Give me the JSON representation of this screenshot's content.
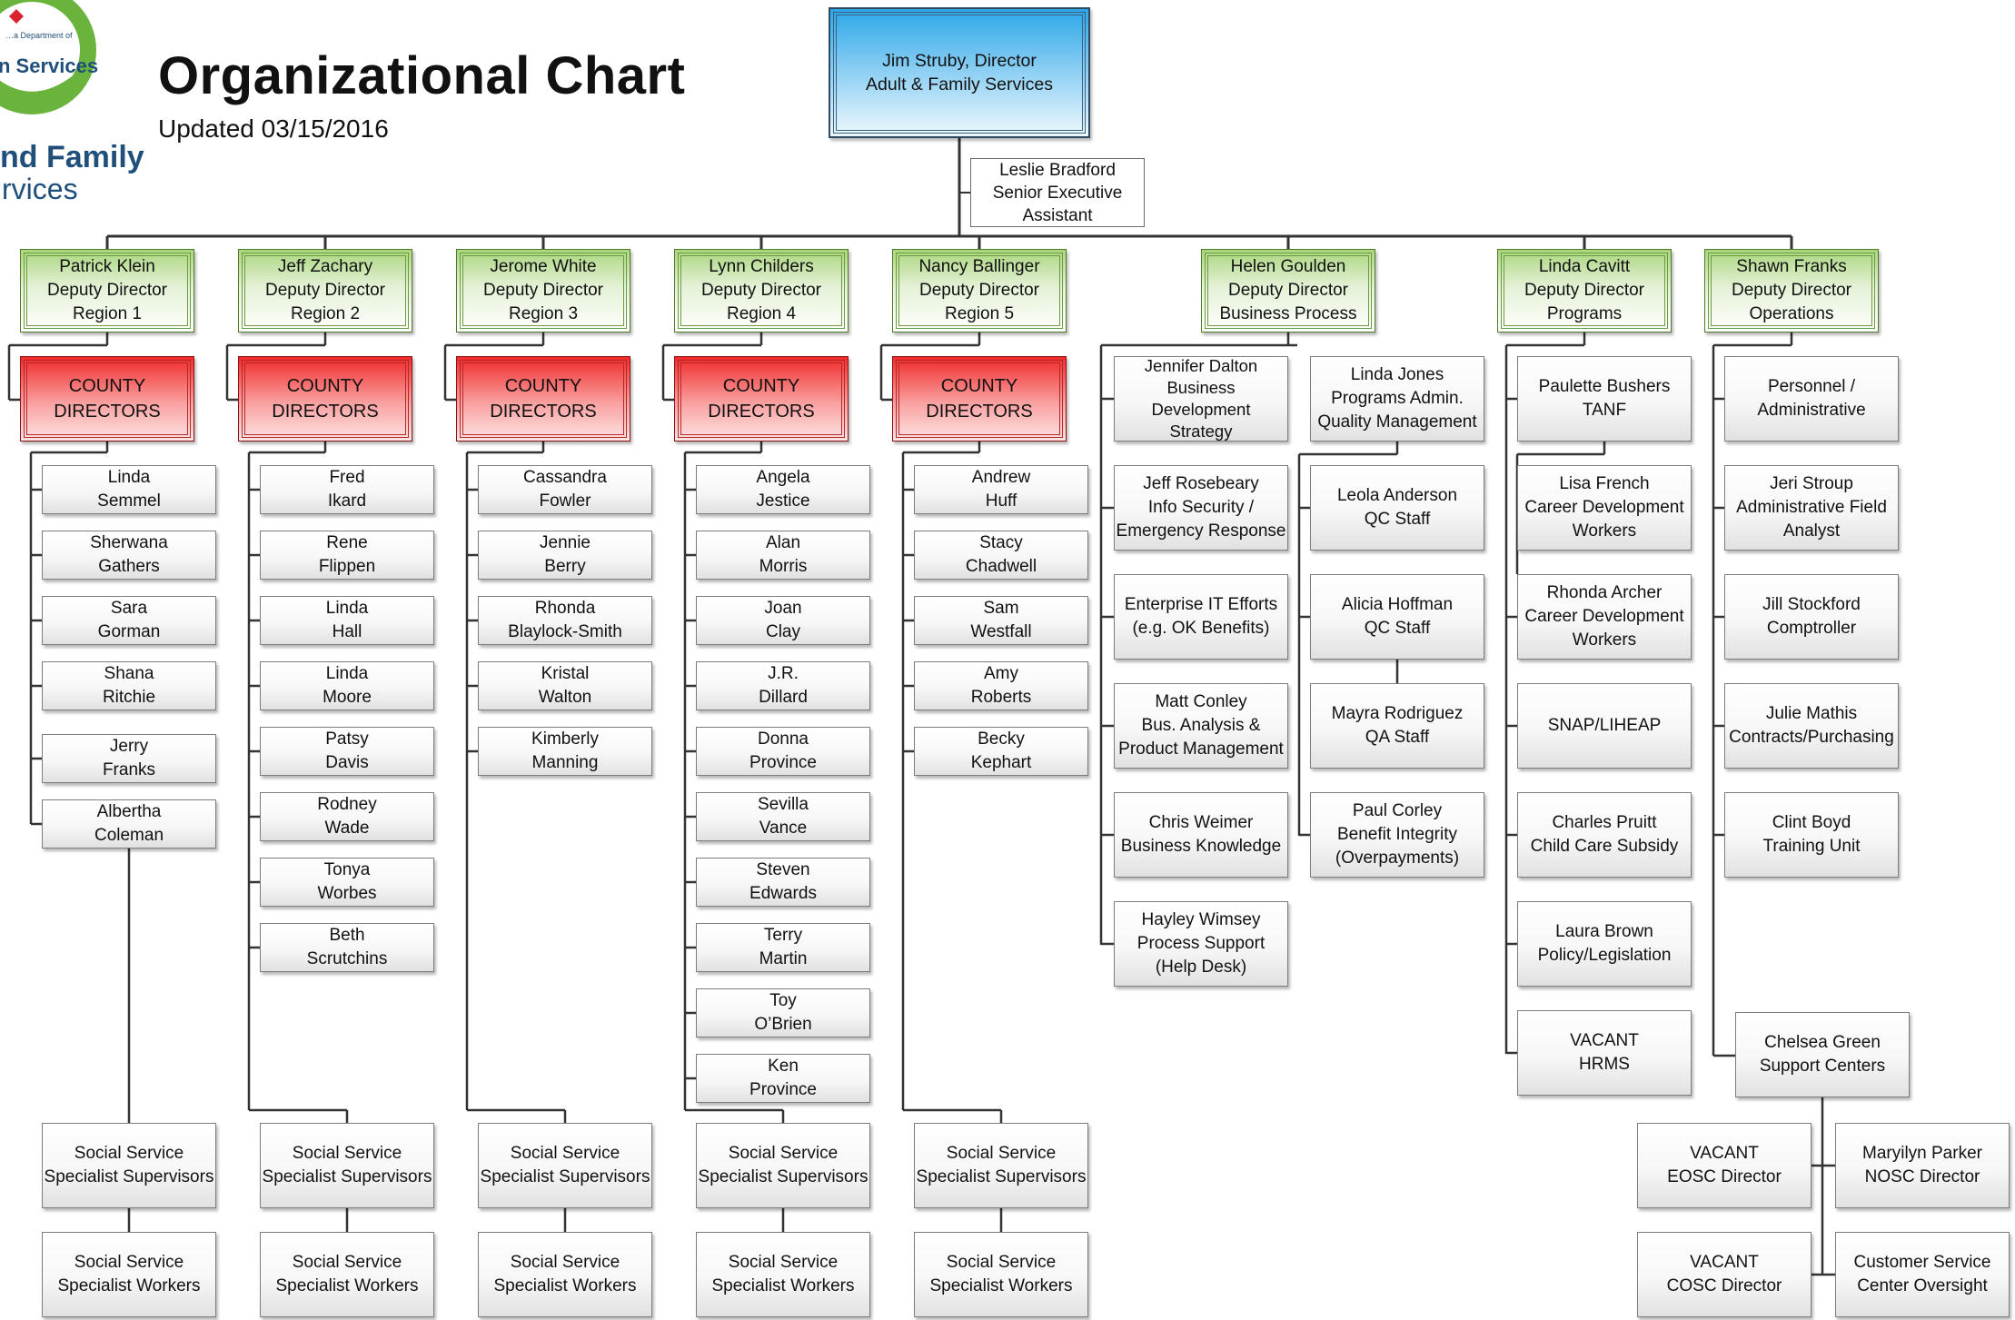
{
  "header": {
    "title": "Organizational Chart",
    "updated": "Updated 03/15/2016",
    "logo": {
      "small_text": "…a Department of",
      "line1": "n Services",
      "line2": "nd Family",
      "line3": "rvices",
      "colors": {
        "ring": "#6ab43e",
        "text": "#1f4f7a",
        "heart": "#d9232f"
      }
    }
  },
  "director": {
    "line1": "Jim Struby, Director",
    "line2": "Adult & Family Services"
  },
  "assistant": {
    "line1": "Leslie Bradford",
    "line2": "Senior Executive",
    "line3": "Assistant"
  },
  "regions": [
    {
      "name": "Patrick Klein",
      "title": "Deputy Director",
      "sub": "Region 1",
      "county_1": "COUNTY",
      "county_2": "DIRECTORS",
      "staff": [
        [
          "Linda",
          "Semmel"
        ],
        [
          "Sherwana",
          "Gathers"
        ],
        [
          "Sara",
          "Gorman"
        ],
        [
          "Shana",
          "Ritchie"
        ],
        [
          "Jerry",
          "Franks"
        ],
        [
          "Albertha",
          "Coleman"
        ]
      ],
      "supervisors": [
        "Social Service",
        "Specialist Supervisors"
      ],
      "workers": [
        "Social Service",
        "Specialist Workers"
      ]
    },
    {
      "name": "Jeff Zachary",
      "title": "Deputy Director",
      "sub": "Region 2",
      "county_1": "COUNTY",
      "county_2": "DIRECTORS",
      "staff": [
        [
          "Fred",
          "Ikard"
        ],
        [
          "Rene",
          "Flippen"
        ],
        [
          "Linda",
          "Hall"
        ],
        [
          "Linda",
          "Moore"
        ],
        [
          "Patsy",
          "Davis"
        ],
        [
          "Rodney",
          "Wade"
        ],
        [
          "Tonya",
          "Worbes"
        ],
        [
          "Beth",
          "Scrutchins"
        ]
      ],
      "supervisors": [
        "Social Service",
        "Specialist Supervisors"
      ],
      "workers": [
        "Social Service",
        "Specialist Workers"
      ]
    },
    {
      "name": "Jerome White",
      "title": "Deputy Director",
      "sub": "Region 3",
      "county_1": "COUNTY",
      "county_2": "DIRECTORS",
      "staff": [
        [
          "Cassandra",
          "Fowler"
        ],
        [
          "Jennie",
          "Berry"
        ],
        [
          "Rhonda",
          "Blaylock-Smith"
        ],
        [
          "Kristal",
          "Walton"
        ],
        [
          "Kimberly",
          "Manning"
        ]
      ],
      "supervisors": [
        "Social Service",
        "Specialist Supervisors"
      ],
      "workers": [
        "Social Service",
        "Specialist Workers"
      ]
    },
    {
      "name": "Lynn Childers",
      "title": "Deputy Director",
      "sub": "Region 4",
      "county_1": "COUNTY",
      "county_2": "DIRECTORS",
      "staff": [
        [
          "Angela",
          "Jestice"
        ],
        [
          "Alan",
          "Morris"
        ],
        [
          "Joan",
          "Clay"
        ],
        [
          "J.R.",
          "Dillard"
        ],
        [
          "Donna",
          "Province"
        ],
        [
          "Sevilla",
          "Vance"
        ],
        [
          "Steven",
          "Edwards"
        ],
        [
          "Terry",
          "Martin"
        ],
        [
          "Toy",
          "O’Brien"
        ],
        [
          "Ken",
          "Province"
        ]
      ],
      "supervisors": [
        "Social Service",
        "Specialist Supervisors"
      ],
      "workers": [
        "Social Service",
        "Specialist Workers"
      ]
    },
    {
      "name": "Nancy Ballinger",
      "title": "Deputy Director",
      "sub": "Region 5",
      "county_1": "COUNTY",
      "county_2": "DIRECTORS",
      "staff": [
        [
          "Andrew",
          "Huff"
        ],
        [
          "Stacy",
          "Chadwell"
        ],
        [
          "Sam",
          "Westfall"
        ],
        [
          "Amy",
          "Roberts"
        ],
        [
          "Becky",
          "Kephart"
        ]
      ],
      "supervisors": [
        "Social Service",
        "Specialist Supervisors"
      ],
      "workers": [
        "Social Service",
        "Specialist Workers"
      ]
    }
  ],
  "business": {
    "head": [
      "Helen Goulden",
      "Deputy Director",
      "Business Process"
    ],
    "left": [
      [
        "Jennifer Dalton",
        "Business",
        "Development",
        "Strategy"
      ],
      [
        "Jeff Rosebeary",
        "Info Security /",
        "Emergency Response"
      ],
      [
        "Enterprise IT Efforts",
        "(e.g. OK Benefits)"
      ],
      [
        "Matt Conley",
        "Bus. Analysis &",
        "Product Management"
      ],
      [
        "Chris Weimer",
        "Business Knowledge"
      ],
      [
        "Hayley Wimsey",
        "Process Support",
        "(Help Desk)"
      ]
    ],
    "right_head": [
      "Linda Jones",
      "Programs Admin.",
      "Quality Management"
    ],
    "right": [
      [
        "Leola Anderson",
        "QC Staff"
      ],
      [
        "Alicia Hoffman",
        "QC Staff"
      ],
      [
        "Mayra Rodriguez",
        "QA Staff"
      ],
      [
        "Paul Corley",
        "Benefit Integrity",
        "(Overpayments)"
      ]
    ]
  },
  "programs": {
    "head": [
      "Linda Cavitt",
      "Deputy Director",
      "Programs"
    ],
    "items": [
      [
        "Paulette Bushers",
        "TANF"
      ],
      [
        "Lisa French",
        "Career Development",
        "Workers"
      ],
      [
        "Rhonda Archer",
        "Career Development",
        "Workers"
      ],
      [
        "SNAP/LIHEAP"
      ],
      [
        "Charles Pruitt",
        "Child Care Subsidy"
      ],
      [
        "Laura Brown",
        "Policy/Legislation"
      ],
      [
        "VACANT",
        "HRMS"
      ]
    ]
  },
  "operations": {
    "head": [
      "Shawn Franks",
      "Deputy Director",
      "Operations"
    ],
    "items": [
      [
        "Personnel /",
        "Administrative"
      ],
      [
        "Jeri Stroup",
        "Administrative Field",
        "Analyst"
      ],
      [
        "Jill Stockford",
        "Comptroller"
      ],
      [
        "Julie Mathis",
        "Contracts/Purchasing"
      ],
      [
        "Clint Boyd",
        "Training Unit"
      ],
      [
        "Chelsea Green",
        "Support Centers"
      ]
    ],
    "centers": [
      [
        "VACANT",
        "EOSC Director"
      ],
      [
        "Maryilyn Parker",
        "NOSC Director"
      ],
      [
        "VACANT",
        "COSC Director"
      ],
      [
        "Customer Service",
        "Center Oversight"
      ]
    ]
  },
  "colors": {
    "director": "#2ca7e8",
    "deputy": "#a9d67d",
    "county": "#f02b2b",
    "line": "#333333"
  }
}
